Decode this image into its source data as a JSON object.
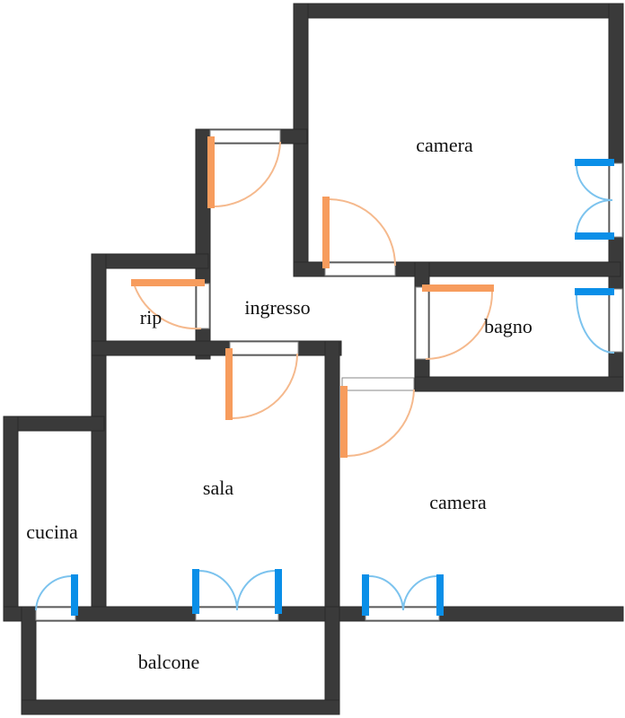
{
  "plan": {
    "rooms": [
      {
        "id": "camera-top",
        "label": "camera"
      },
      {
        "id": "ingresso",
        "label": "ingresso"
      },
      {
        "id": "rip",
        "label": "rip"
      },
      {
        "id": "bagno",
        "label": "bagno"
      },
      {
        "id": "sala",
        "label": "sala"
      },
      {
        "id": "cucina",
        "label": "cucina"
      },
      {
        "id": "camera-bottom",
        "label": "camera"
      },
      {
        "id": "balcone",
        "label": "balcone"
      }
    ],
    "colors": {
      "wall": "#3a3a3a",
      "door": "#f79c5d",
      "door_swing": "#f5b98d",
      "window": "#0a8fe8",
      "window_swing": "#7cc3ee"
    },
    "icons": {
      "door": "door-symbol",
      "window": "window-symbol"
    }
  }
}
